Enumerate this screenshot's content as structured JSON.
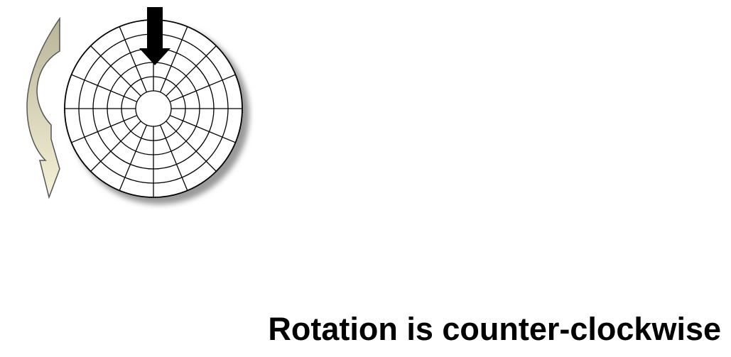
{
  "caption": {
    "text": "Rotation is counter-clockwise"
  },
  "disk": {
    "rings": 5,
    "sectors": 16,
    "fill_color": "#ffffff",
    "line_color": "#000000",
    "shadow_color": "#9a9a9a"
  },
  "read_arrow": {
    "direction": "down",
    "color": "#000000"
  },
  "rotation_arrow": {
    "direction": "counter-clockwise",
    "gradient_top": "#b8b49a",
    "gradient_bottom": "#f5f2d8",
    "outline_color": "#555555"
  }
}
